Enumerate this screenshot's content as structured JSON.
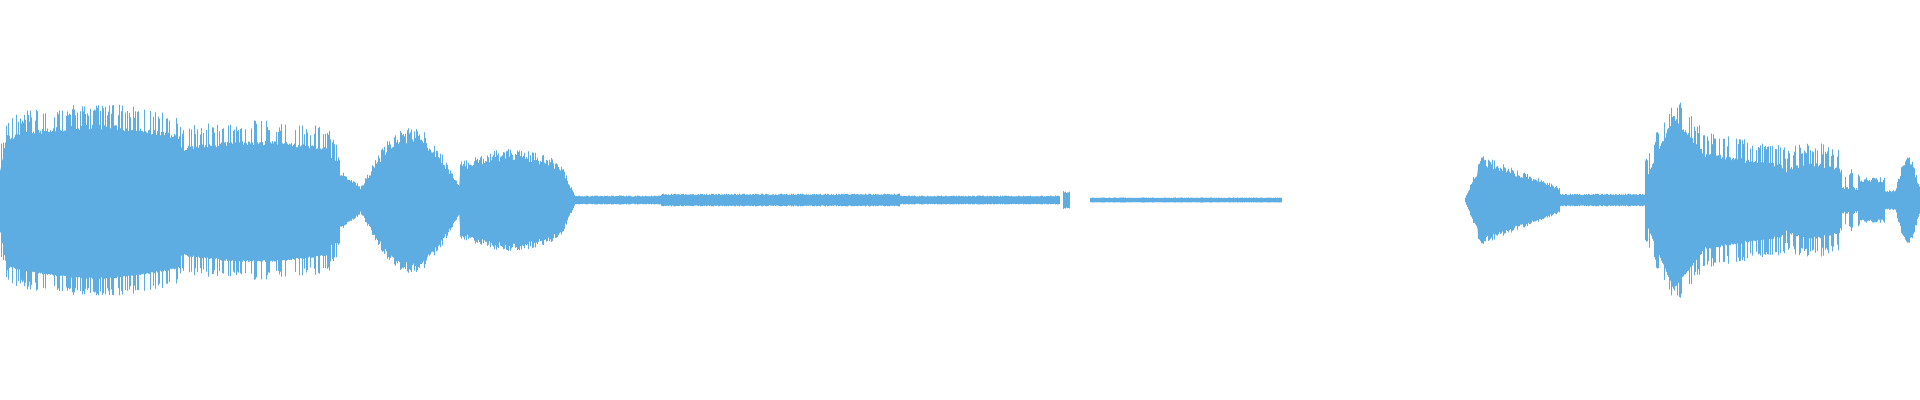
{
  "waveform": {
    "color": "#5dade2",
    "segments": [
      {
        "name": "segment-1",
        "start": 0.0,
        "end": 0.178,
        "shape": "loud-clipped"
      },
      {
        "name": "segment-2",
        "start": 0.178,
        "end": 0.295,
        "shape": "tapering"
      },
      {
        "name": "segment-3",
        "start": 0.295,
        "end": 0.555,
        "shape": "noise-floor"
      },
      {
        "name": "segment-4",
        "start": 0.568,
        "end": 0.668,
        "shape": "sparse-noise"
      },
      {
        "name": "segment-5",
        "start": 0.762,
        "end": 0.857,
        "shape": "decaying"
      },
      {
        "name": "segment-6",
        "start": 0.857,
        "end": 1.0,
        "shape": "loud-decaying"
      }
    ]
  }
}
